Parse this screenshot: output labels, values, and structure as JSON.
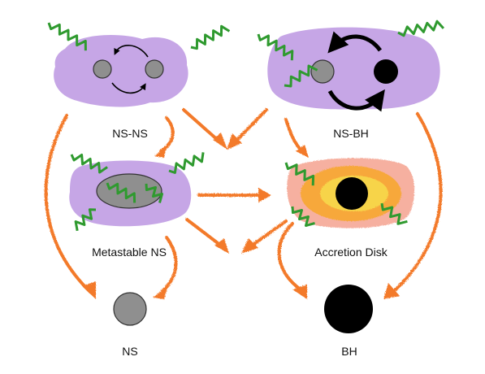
{
  "labels": {
    "ns_ns": "NS-NS",
    "ns_bh": "NS-BH",
    "metastable_ns": "Metastable NS",
    "accretion_disk": "Accretion Disk",
    "ns": "NS",
    "bh": "BH"
  },
  "colors": {
    "cloud": "#c6a6e6",
    "neutron_star": "#8f8f8f",
    "black_hole": "#000000",
    "arrow": "#f37a2a",
    "wave": "#2f9a2f",
    "disk_outer": "#f6b0a0",
    "disk_mid": "#f7a83a",
    "disk_inner": "#f7d44a"
  },
  "icons": [
    "neutron-star-icon",
    "black-hole-icon",
    "orbit-arrow-icon",
    "gravitational-wave-icon",
    "transition-arrow-icon"
  ]
}
